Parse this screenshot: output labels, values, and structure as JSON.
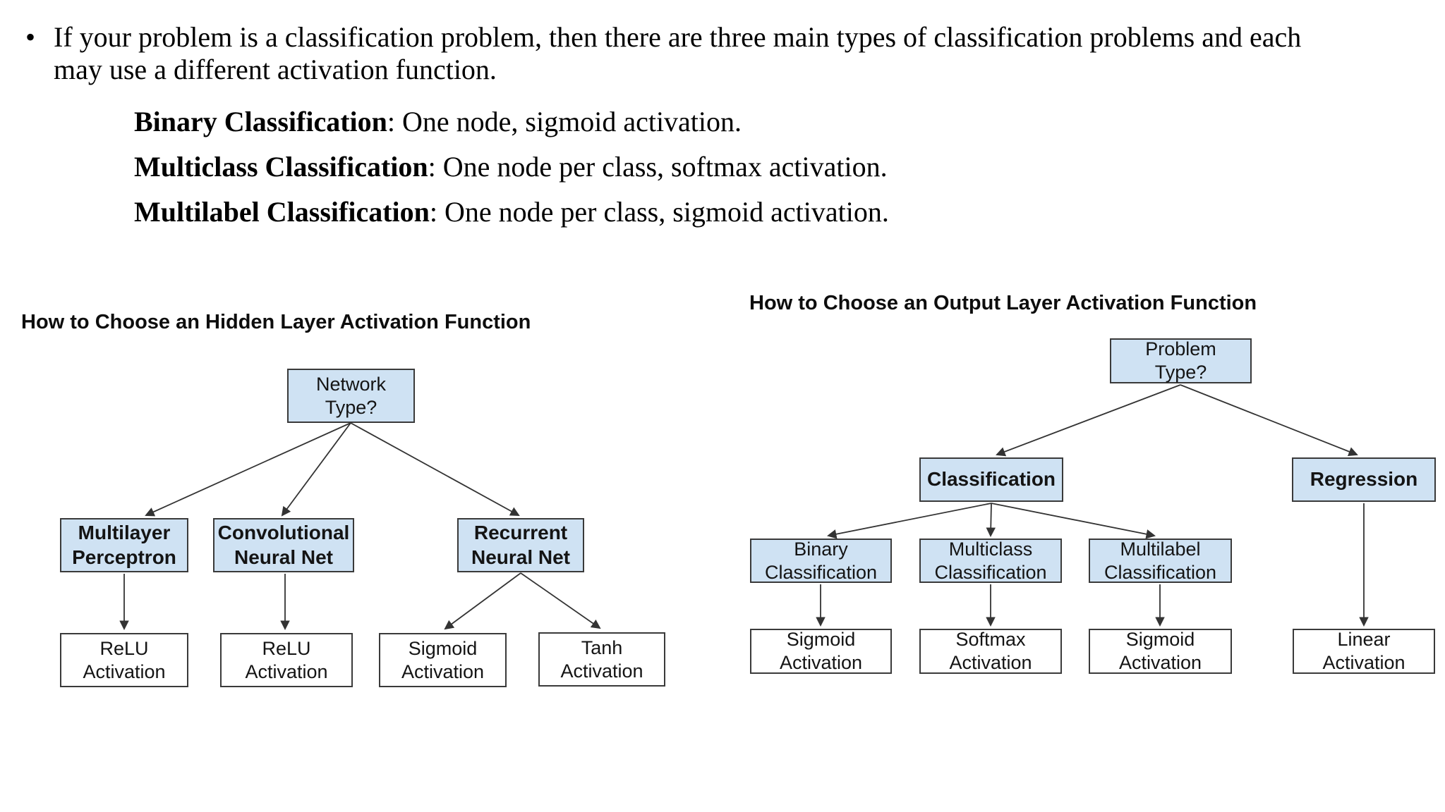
{
  "bullet": {
    "glyph": "•",
    "line1": "If your problem is a classification problem, then there are three main types of classification problems and each",
    "line2": "may use a different activation function.",
    "items": [
      {
        "term": "Binary Classification",
        "rest": ": One node, sigmoid activation."
      },
      {
        "term": "Multiclass Classification",
        "rest": ": One node per class, softmax activation."
      },
      {
        "term": "Multilabel Classification",
        "rest": ": One node per class, sigmoid activation."
      }
    ]
  },
  "left_diagram": {
    "title": "How to Choose an Hidden Layer Activation Function",
    "nodes": {
      "network_type": "Network\nType?",
      "multilayer": "Multilayer\nPerceptron",
      "conv": "Convolutional\nNeural Net",
      "recurrent": "Recurrent\nNeural Net",
      "relu1": "ReLU\nActivation",
      "relu2": "ReLU\nActivation",
      "sigmoid": "Sigmoid\nActivation",
      "tanh": "Tanh\nActivation"
    }
  },
  "right_diagram": {
    "title": "How to Choose an Output Layer Activation Function",
    "nodes": {
      "problem_type": "Problem\nType?",
      "classification": "Classification",
      "regression": "Regression",
      "binary": "Binary\nClassification",
      "multiclass": "Multiclass\nClassification",
      "multilabel": "Multilabel\nClassification",
      "sigmoid_binary": "Sigmoid\nActivation",
      "softmax": "Softmax\nActivation",
      "sigmoid_multilabel": "Sigmoid\nActivation",
      "linear": "Linear\nActivation"
    }
  },
  "colors": {
    "node_fill_blue": "#cfe2f3",
    "node_border": "#3a3a3a",
    "connector": "#333333",
    "text": "#000000",
    "background": "#ffffff"
  }
}
